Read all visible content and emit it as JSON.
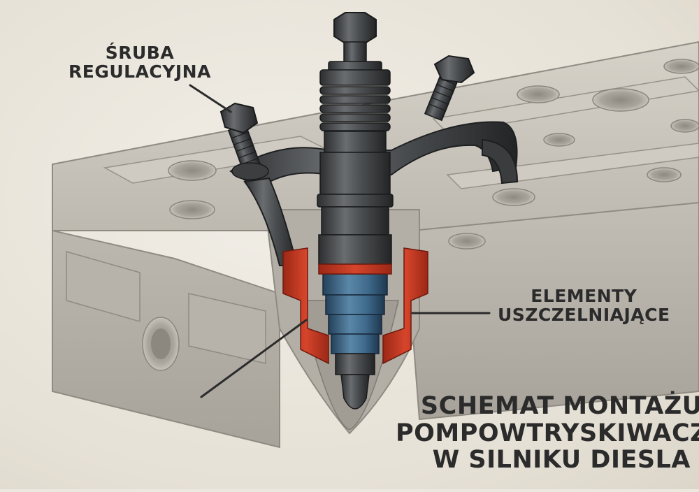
{
  "labels": {
    "adjust_screw": [
      "ŚRUBA",
      "REGULACYJNA"
    ],
    "seals": [
      "ELEMENTY",
      "USZCZELNIAJĄCE"
    ],
    "title": [
      "SCHEMAT MONTAŻU",
      "POMPOWTRYSKIWACZA",
      "W SILNIKU DIESLA"
    ]
  },
  "colors": {
    "background": "#ece8df",
    "cylinder_head": "#c9c5bc",
    "cylinder_head_shadow": "#9d9991",
    "injector_body": "#4a4d50",
    "injector_dark": "#2f3133",
    "nozzle_blue": "#3f6a8c",
    "seal_red": "#c2361f",
    "label_text": "#2b2b2b"
  }
}
